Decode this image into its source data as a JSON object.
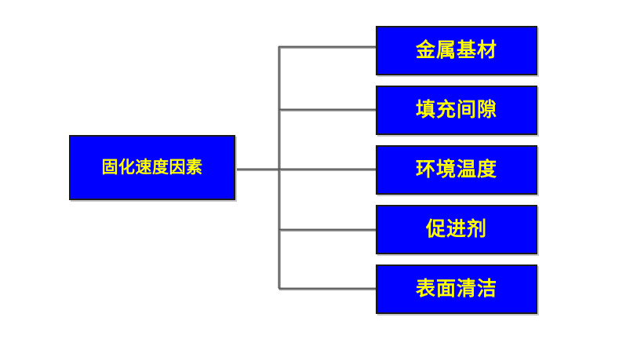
{
  "diagram": {
    "type": "tree-branch-diagram",
    "orientation": "left-to-right",
    "colors": {
      "box_fill": "#0000FF",
      "box_border": "#1A1A1A",
      "box_shadow": "#C9C9C9",
      "label_text": "#FFFF00",
      "connector_line": "#595959",
      "connector_highlight": "#A6A6A6",
      "background": "#FFFFFF"
    },
    "root": {
      "label": "固化速度因素"
    },
    "branches": [
      {
        "label": "金属基材"
      },
      {
        "label": "填充间隙"
      },
      {
        "label": "环境温度"
      },
      {
        "label": "促进剂"
      },
      {
        "label": "表面清洁"
      }
    ]
  }
}
